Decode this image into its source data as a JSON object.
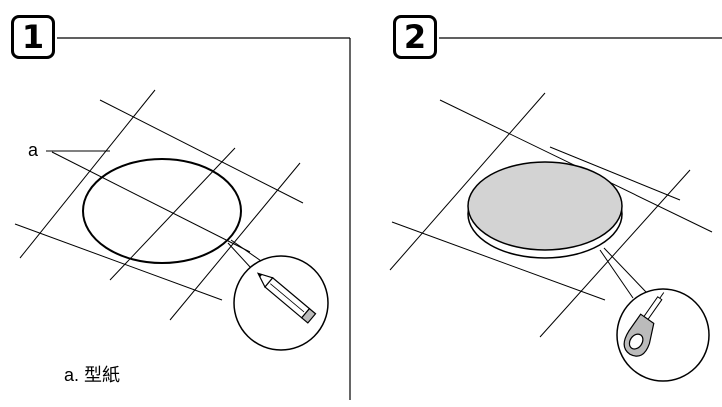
{
  "steps": [
    {
      "number": "1"
    },
    {
      "number": "2"
    }
  ],
  "callout": {
    "letter": "a"
  },
  "legend": {
    "text": "a. 型紙"
  },
  "colors": {
    "stroke": "#000000",
    "fill_gray": "#d3d3d3",
    "background": "#ffffff"
  },
  "icons": {
    "step1_tool": "pencil-icon",
    "step2_tool": "scissors-handle-icon"
  }
}
